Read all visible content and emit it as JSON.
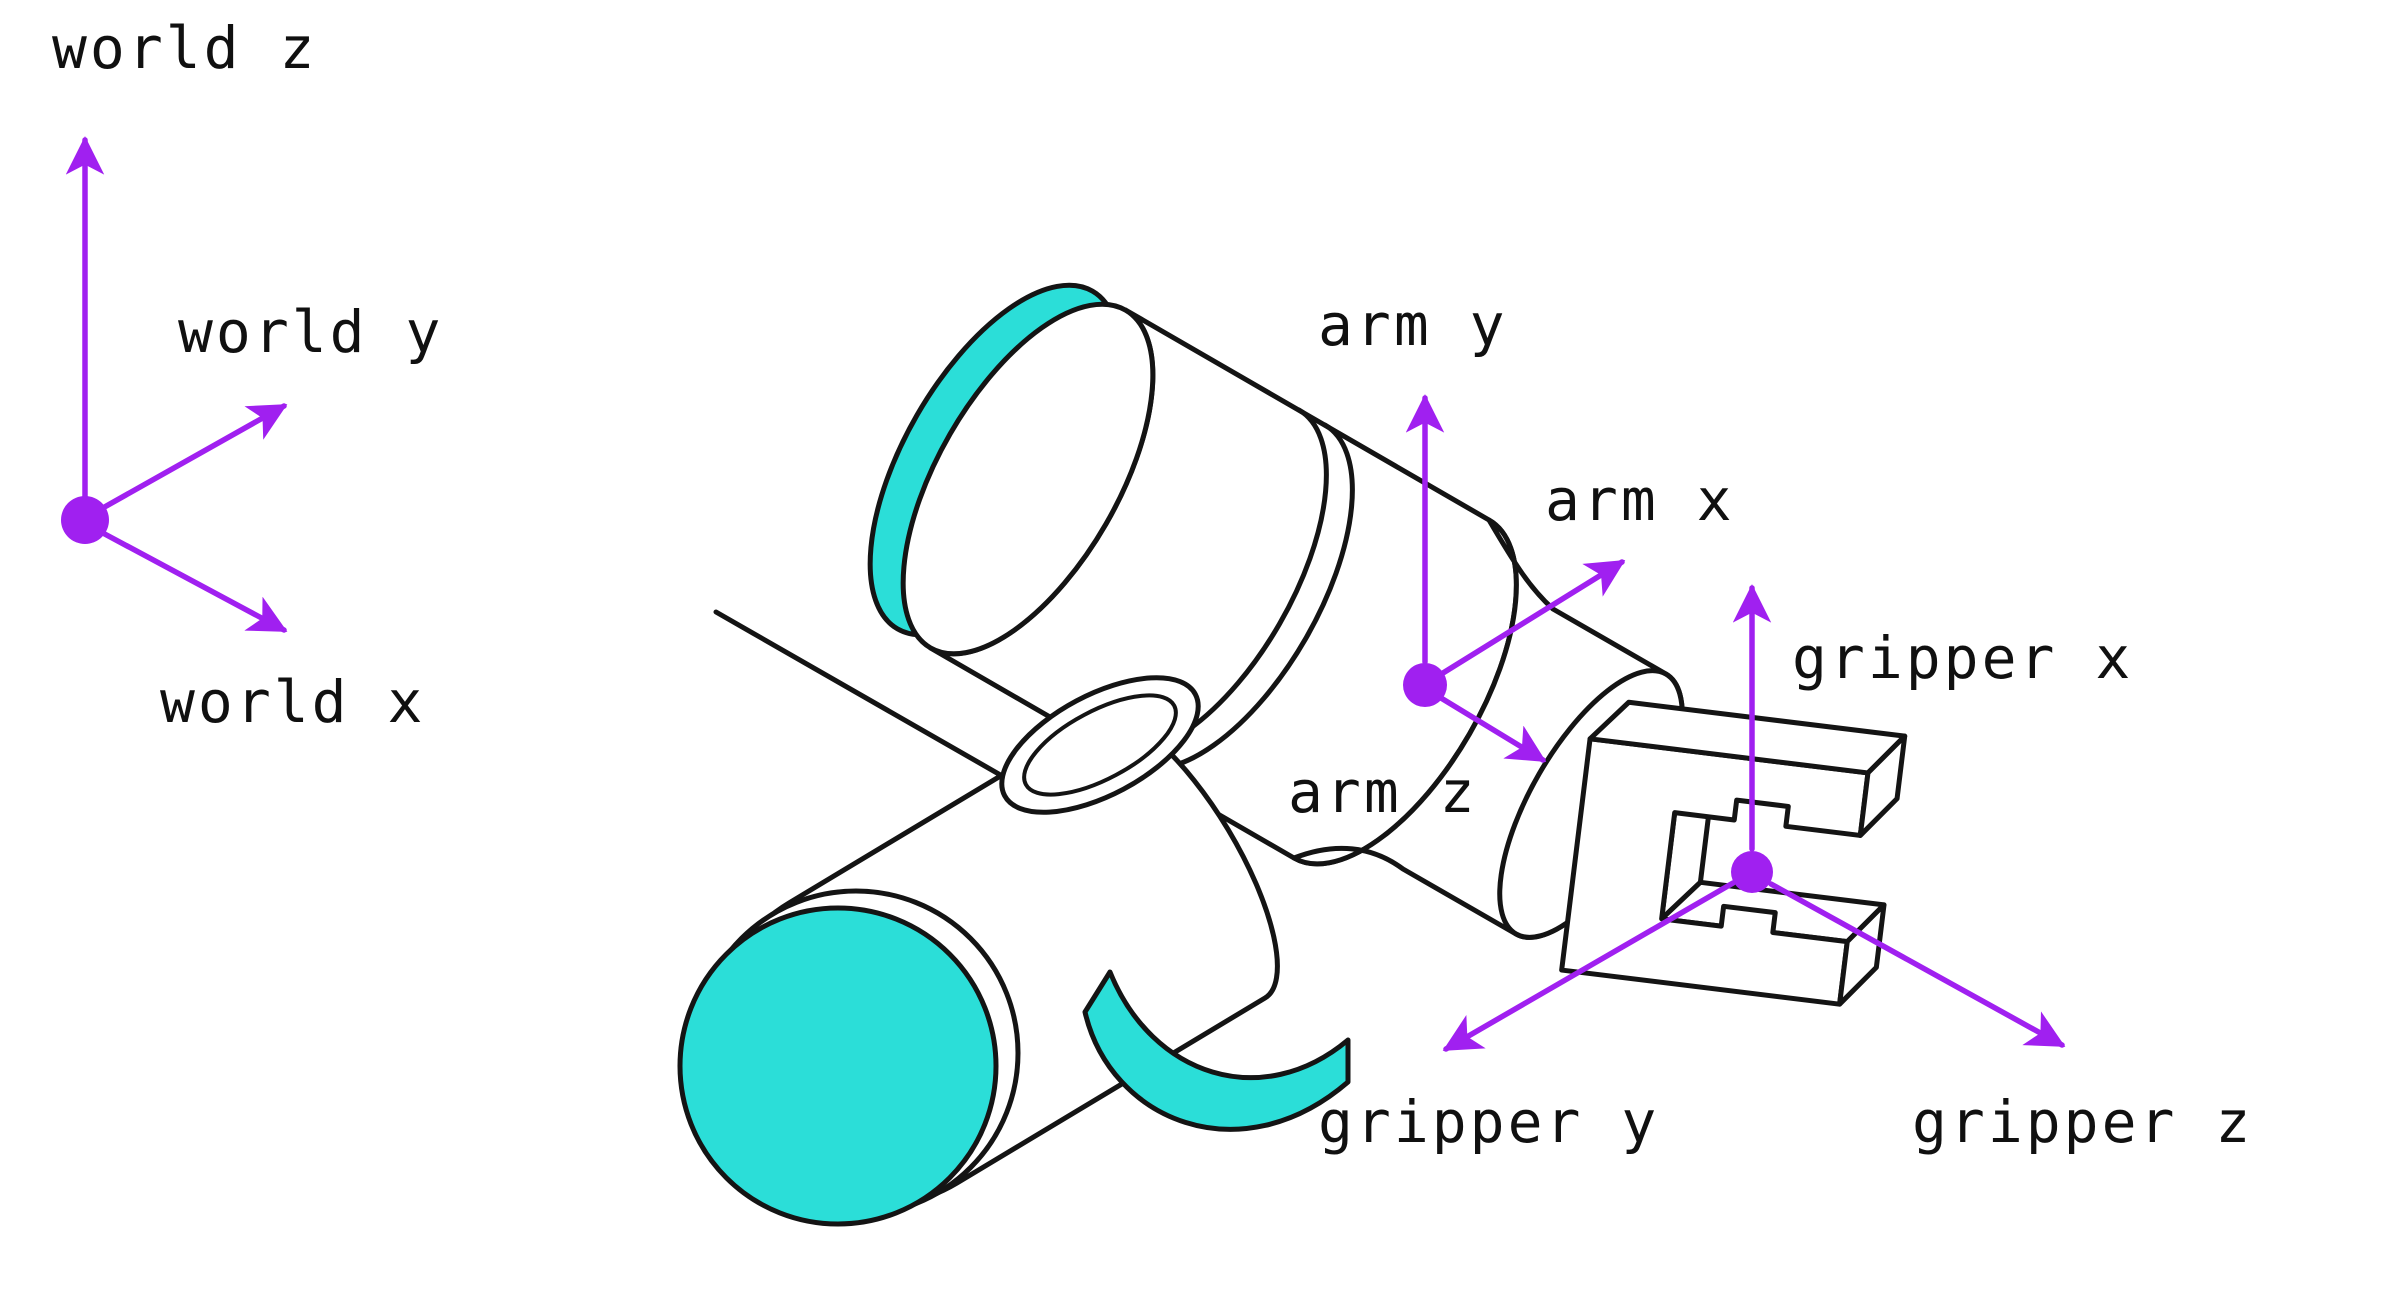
{
  "figure": {
    "kind": "robot-arm-coordinate-frames-diagram",
    "description": "Isometric line drawing of a robot arm with gripper, annotated with world, arm and gripper coordinate frames"
  },
  "colors": {
    "axis_purple": "#A020F0",
    "accent_cyan": "#2BDED8",
    "line_black": "#141414",
    "background": "#FFFFFF"
  },
  "labels": {
    "world_z": "world z",
    "world_y": "world y",
    "world_x": "world x",
    "arm_y": "arm y",
    "arm_x": "arm x",
    "arm_z": "arm z",
    "gripper_x": "gripper x",
    "gripper_y": "gripper y",
    "gripper_z": "gripper z"
  }
}
